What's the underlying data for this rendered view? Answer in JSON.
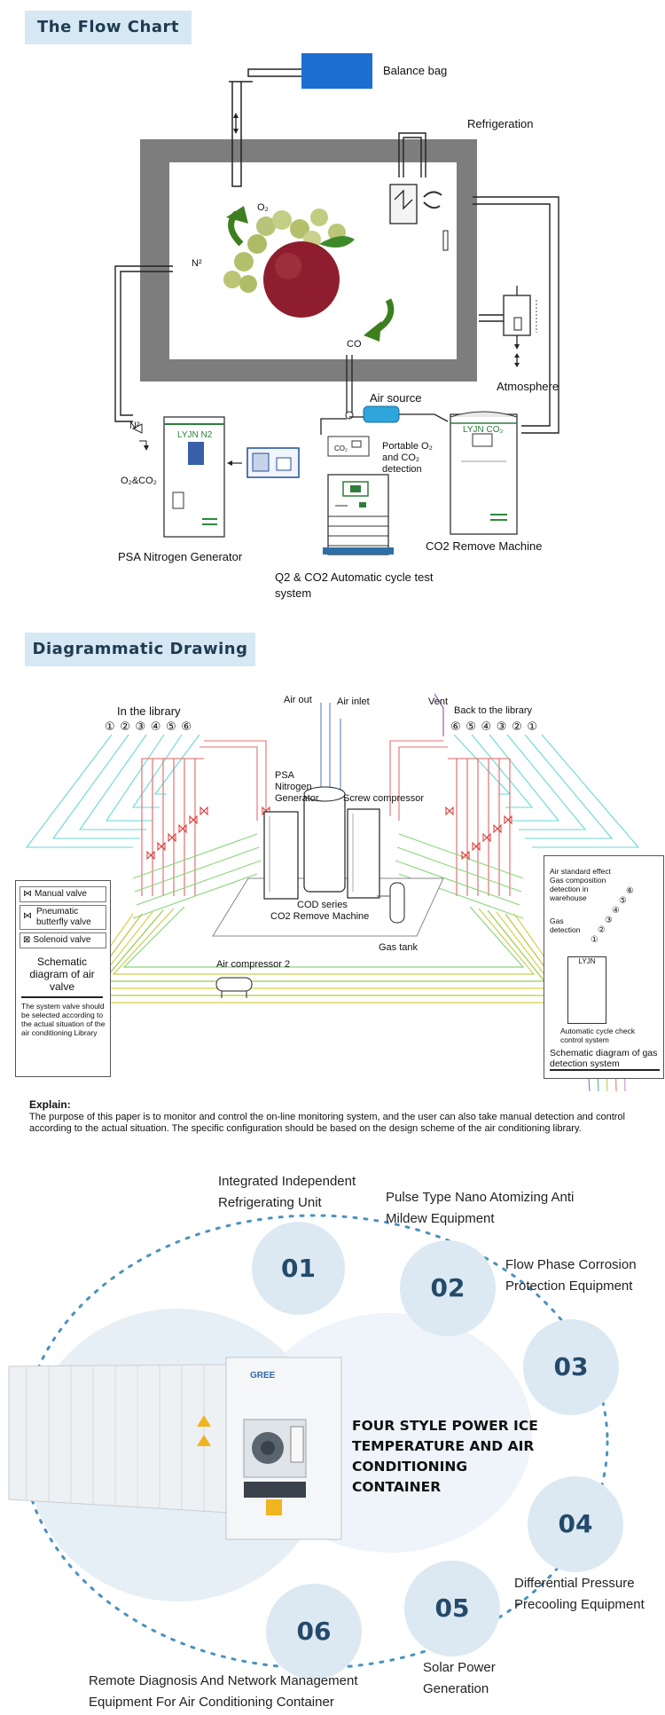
{
  "section1": {
    "title": "The Flow Chart"
  },
  "flow": {
    "balance_bag": "Balance bag",
    "refrigeration": "Refrigeration",
    "o2": "O₂",
    "n2_top": "N²",
    "co": "CO",
    "atmosphere": "Atmosphere",
    "air_source": "Air source",
    "n2_bottom": "N²",
    "o2co2": "O₂&CO₂",
    "lyjn_n2": "LYJN N2",
    "lyjn_co2": "LYJN CO₂",
    "co2_small": "CO₂",
    "portable": "Portable O₂ and CO₂ detection",
    "psa": "PSA Nitrogen Generator",
    "q2": "Q2 & CO2 Automatic cycle test system",
    "co2_remove": "CO2 Remove Machine"
  },
  "section2": {
    "title": "Diagrammatic Drawing"
  },
  "diagram": {
    "in_library": "In the library",
    "nums_left": "① ② ③ ④ ⑤ ⑥",
    "air_out": "Air out",
    "air_inlet": "Air inlet",
    "vent": "Vent",
    "back_library": "Back to the library",
    "nums_right": "⑥ ⑤ ④ ③ ② ①",
    "psa": "PSA Nitrogen Generator",
    "screw": "Screw compressor",
    "cod": "COD series",
    "co2_remove": "CO2 Remove Machine",
    "gas_tank": "Gas tank",
    "air_compressor": "Air compressor 2",
    "legend_left": {
      "manual": "Manual valve",
      "pneumatic": "Pneumatic butterfly valve",
      "solenoid": "Solenoid valve",
      "schematic": "Schematic diagram of air valve",
      "note": "The system valve should be selected according to the actual situation of the air conditioning Library"
    },
    "legend_right": {
      "air_standard": "Air standard effect Gas composition detection in warehouse",
      "gas_detection": "Gas detection",
      "unit_label": "LYJN",
      "cycle": "Automatic cycle check control system",
      "schematic": "Schematic diagram of gas detection system",
      "n1": "①",
      "n2": "②",
      "n3": "③",
      "n4": "④",
      "n5": "⑤",
      "n6": "⑥"
    }
  },
  "explain": {
    "heading": "Explain:",
    "text": "The purpose of this paper is to monitor and control the on-line monitoring system, and the user can also take manual detection and control according to the actual situation. The specific configuration should be based on the design scheme of the air conditioning library."
  },
  "features": {
    "center_title": "FOUR STYLE POWER ICE TEMPERATURE AND AIR CONDITIONING CONTAINER",
    "brand": "GREE",
    "items": [
      {
        "num": "01",
        "label": "Integrated Independent Refrigerating Unit"
      },
      {
        "num": "02",
        "label": "Pulse Type Nano Atomizing Anti Mildew Equipment"
      },
      {
        "num": "03",
        "label": "Flow Phase Corrosion Protection Equipment"
      },
      {
        "num": "04",
        "label": "Differential Pressure Precooling Equipment"
      },
      {
        "num": "05",
        "label": "Solar Power Generation"
      },
      {
        "num": "06",
        "label": "Remote Diagnosis And Network Management Equipment For Air Conditioning Container"
      }
    ]
  }
}
